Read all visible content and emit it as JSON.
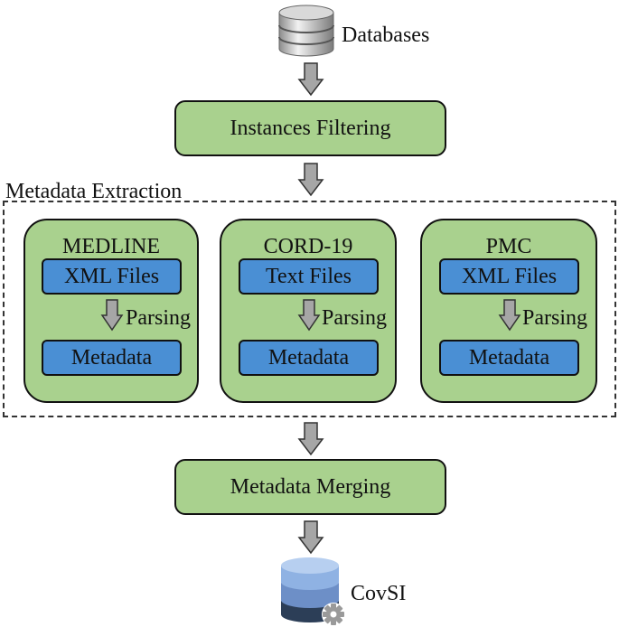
{
  "sources": {
    "label": "Databases",
    "icon": "database-icon"
  },
  "step_filter": {
    "label": "Instances Filtering"
  },
  "extraction": {
    "group_label": "Metadata Extraction",
    "panels": [
      {
        "title": "MEDLINE",
        "input": "XML Files",
        "action": "Parsing",
        "output": "Metadata"
      },
      {
        "title": "CORD-19",
        "input": "Text Files",
        "action": "Parsing",
        "output": "Metadata"
      },
      {
        "title": "PMC",
        "input": "XML Files",
        "action": "Parsing",
        "output": "Metadata"
      }
    ]
  },
  "step_merge": {
    "label": "Metadata Merging"
  },
  "result": {
    "label": "CovSI",
    "icon": "database-gear-icon"
  },
  "colors": {
    "green": "#a9d18e",
    "blue": "#4a8fd4",
    "arrow": "#a6a6a6"
  }
}
